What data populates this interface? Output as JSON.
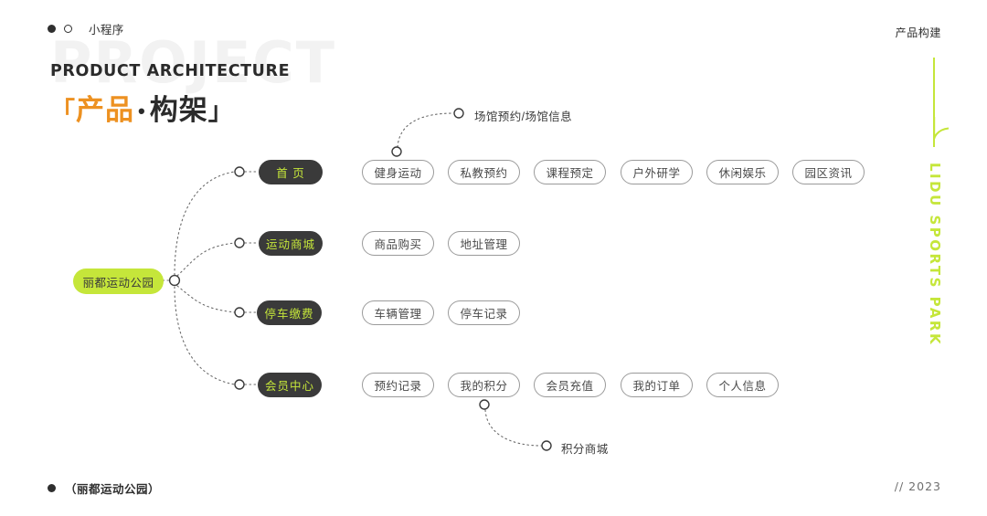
{
  "topbar": {
    "label": "小程序",
    "right_label": "产品构建"
  },
  "title": {
    "watermark": "PROJECT",
    "eyebrow": "PRODUCT ARCHITECTURE",
    "bracket_open": "「",
    "main_orange": "产品",
    "separator": "•",
    "main_dark": "构架",
    "bracket_close": "」"
  },
  "brand": {
    "vertical_text": "LIDU SPORTS PARK",
    "accent_color": "#c5e63a"
  },
  "colors": {
    "green": "#c5e63a",
    "orange": "#ED9121",
    "dark": "#3a3a3a",
    "leaf_border": "#9a9a9a",
    "watermark": "#f2f2f2"
  },
  "diagram": {
    "root": {
      "label": "丽都运动公园"
    },
    "branches": [
      {
        "category": "首 页",
        "leaves": [
          "健身运动",
          "私教预约",
          "课程预定",
          "户外研学",
          "休闲娱乐",
          "园区资讯"
        ],
        "callout": "场馆预约/场馆信息"
      },
      {
        "category": "运动商城",
        "leaves": [
          "商品购买",
          "地址管理"
        ],
        "callout": null
      },
      {
        "category": "停车缴费",
        "leaves": [
          "车辆管理",
          "停车记录"
        ],
        "callout": null
      },
      {
        "category": "会员中心",
        "leaves": [
          "预约记录",
          "我的积分",
          "会员充值",
          "我的订单",
          "个人信息"
        ],
        "callout": "积分商城"
      }
    ]
  },
  "footer": {
    "left_label": "（丽都运动公园）",
    "right_label": "// 2023"
  }
}
